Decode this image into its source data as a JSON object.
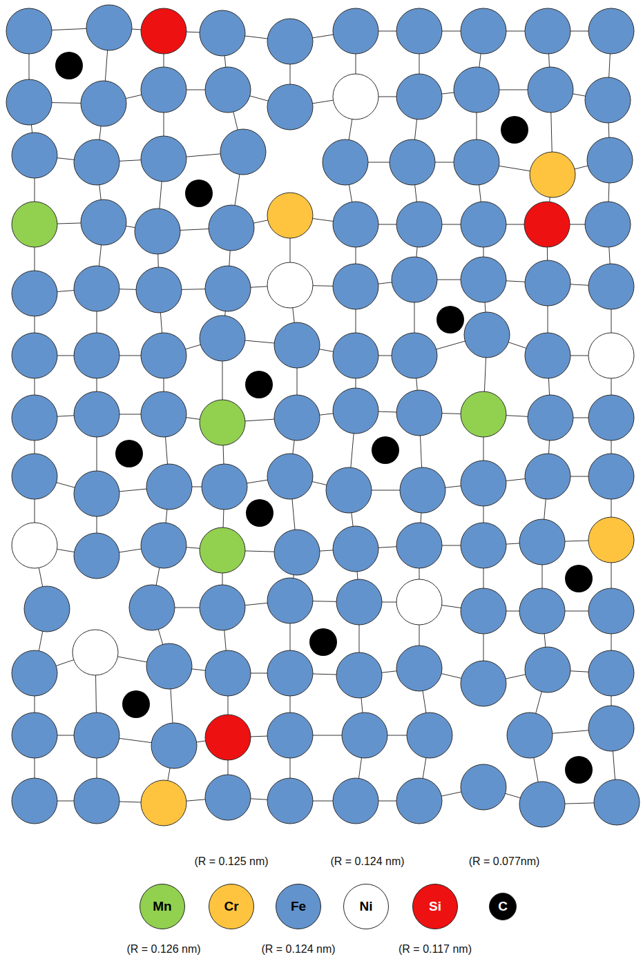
{
  "diagram": {
    "labels": [
      "(R = 0.125 nm)",
      "(R = 0.124 nm)",
      "(R = 0.077nm)",
      "(R = 0.126 nm)",
      "(R = 0.124 nm)",
      "(R = 0.117 nm)"
    ],
    "legend": [
      {
        "text": "Mn",
        "color": "#92d050"
      },
      {
        "text": "Cr",
        "color": "#fec43f"
      },
      {
        "text": "Fe",
        "color": "#6393cc"
      },
      {
        "text": "Ni",
        "color": "#ffffff"
      },
      {
        "text": "Si",
        "color": "#ee1111"
      },
      {
        "text": "C",
        "color": "#000000"
      }
    ]
  }
}
